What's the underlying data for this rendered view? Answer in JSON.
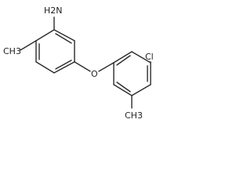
{
  "molecule": {
    "atoms": {
      "amine": "H2N",
      "methyl_top": "CH3",
      "oxygen": "O",
      "chlorine": "Cl",
      "methyl_bottom": "CH3"
    }
  },
  "colors": {
    "bond": "#2b2b2b",
    "label": "#1f1f1f",
    "background": "#ffffff"
  }
}
